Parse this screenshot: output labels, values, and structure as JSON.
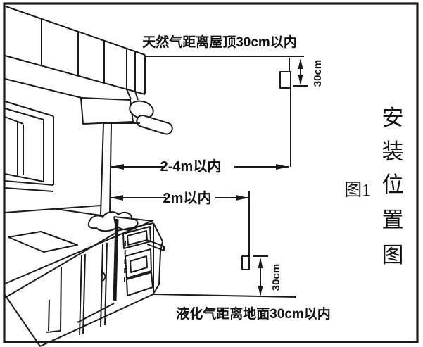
{
  "figure": {
    "background": "#ffffff",
    "line_color": "#1a1a1a",
    "caption": "图1",
    "side_title": "安装位置图",
    "side_title_chars": [
      "安",
      "装",
      "位",
      "置",
      "图"
    ],
    "labels": {
      "natural_gas": "天然气距离屋顶30cm以内",
      "lpg": "液化气距离地面30cm以内",
      "range_2_4m": "2-4m以内",
      "range_2m": "2m以内",
      "ceiling_offset": "30cm",
      "floor_offset": "30cm"
    }
  }
}
